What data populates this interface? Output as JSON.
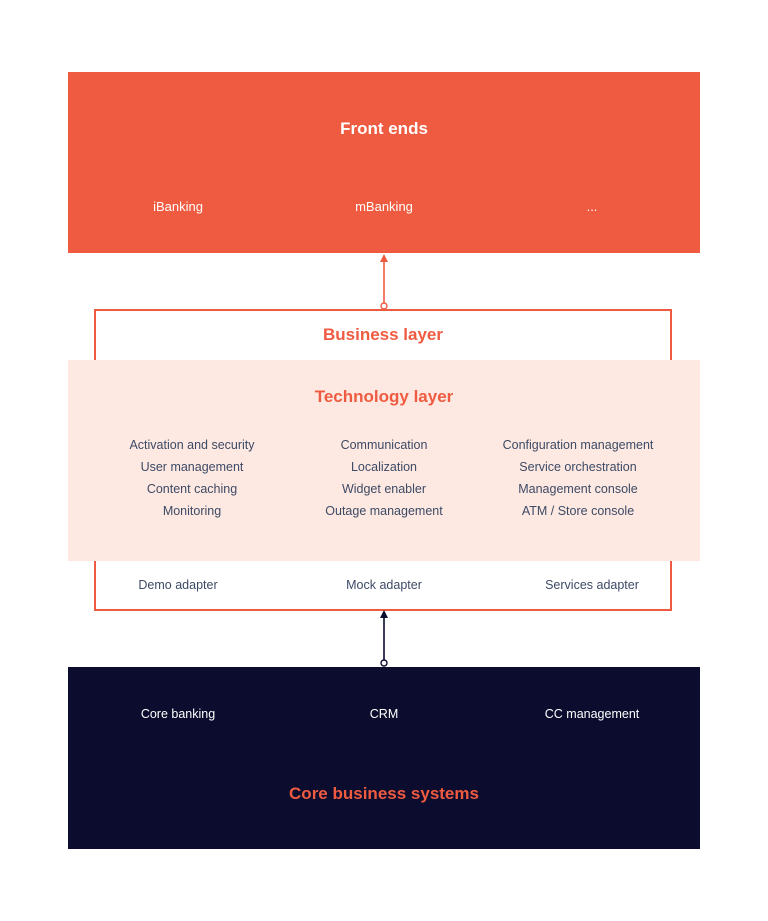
{
  "colors": {
    "accent": "#ef5b40",
    "tech_bg": "#fde9e1",
    "core_bg": "#0c0c2e",
    "text_muted": "#3d4a66"
  },
  "front_ends": {
    "title": "Front ends",
    "items": [
      "iBanking",
      "mBanking",
      "..."
    ]
  },
  "business_layer": {
    "title": "Business layer"
  },
  "technology_layer": {
    "title": "Technology layer",
    "columns": [
      [
        "Activation and security",
        "User management",
        "Content caching",
        "Monitoring"
      ],
      [
        "Communication",
        "Localization",
        "Widget enabler",
        "Outage management"
      ],
      [
        "Configuration management",
        "Service orchestration",
        "Management console",
        "ATM / Store console"
      ]
    ]
  },
  "adapters": [
    "Demo adapter",
    "Mock adapter",
    "Services adapter"
  ],
  "core_business_systems": {
    "title": "Core business systems",
    "items": [
      "Core banking",
      "CRM",
      "CC management"
    ]
  }
}
